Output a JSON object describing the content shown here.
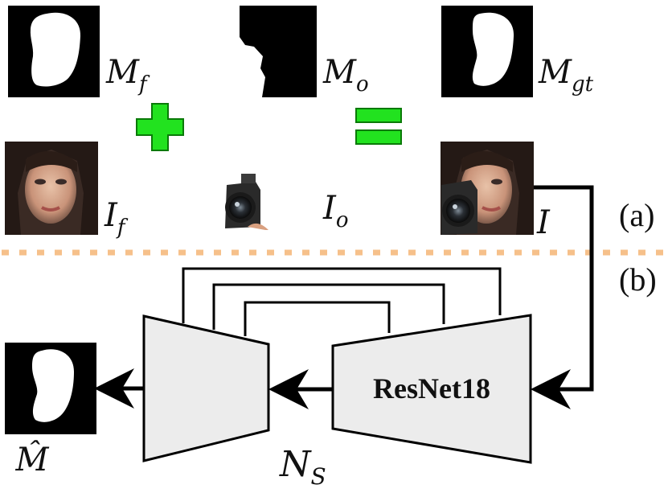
{
  "masks": {
    "face": {
      "symbol": "M",
      "sub": "f"
    },
    "occluder": {
      "symbol": "M",
      "sub": "o"
    },
    "ground_truth": {
      "symbol": "M",
      "sub": "gt"
    },
    "predicted": {
      "symbol": "M̂"
    }
  },
  "images": {
    "face": {
      "symbol": "I",
      "sub": "f"
    },
    "occluder": {
      "symbol": "I",
      "sub": "o"
    },
    "composite": {
      "symbol": "I"
    }
  },
  "network": {
    "encoder_label": "ResNet18",
    "name": {
      "symbol": "N",
      "sub": "S"
    }
  },
  "panels": {
    "a": "(a)",
    "b": "(b)"
  },
  "colors": {
    "operator_green": "#22e21f",
    "divider_orange": "#f6c08a",
    "block_fill": "#ececec",
    "stroke": "#000000"
  },
  "icons": {
    "plus": "plus-icon",
    "equals": "equals-icon"
  }
}
